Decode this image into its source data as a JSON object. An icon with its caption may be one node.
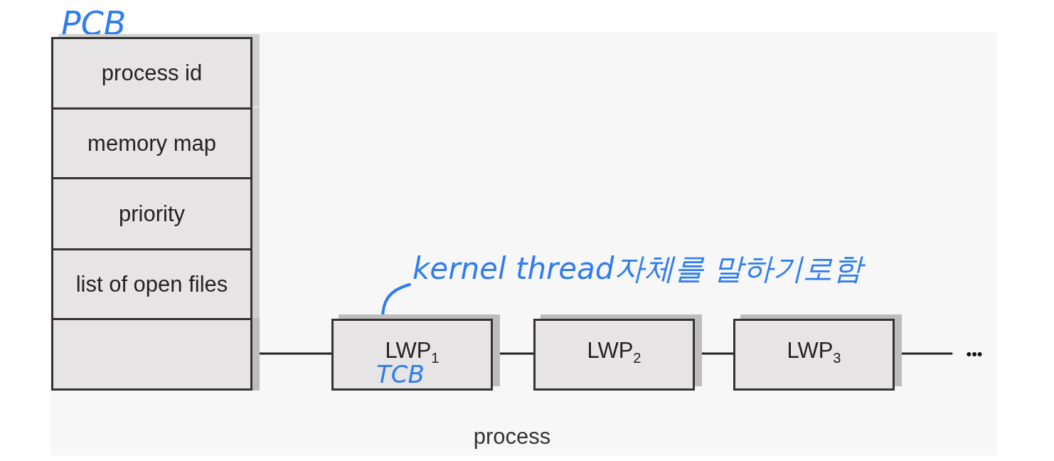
{
  "diagram": {
    "caption": "process",
    "nodes": [
      {
        "text": [
          "PCB"
        ]
      },
      {
        "text": [
          "process id"
        ],
        "in": 0
      },
      {
        "text": [
          "memory map"
        ],
        "in": 0
      },
      {
        "text": [
          "priority"
        ],
        "in": 0
      },
      {
        "text": [
          "list of open files"
        ],
        "in": 0
      },
      {
        "text": [],
        "shape": "box",
        "in": 0
      },
      {
        "text": [
          "LWP$_{1}$",
          "TCB"
        ]
      },
      {
        "text": [
          "LWP$_{2}$"
        ]
      },
      {
        "text": [
          "LWP$_{3}$"
        ]
      },
      {
        "text": [
          "•••"
        ]
      },
      {
        "text": [
          "kernel thread자체를 말하기로함"
        ]
      }
    ],
    "edges": [
      {
        "from": 5,
        "to": 6,
        "arrow": "none"
      },
      {
        "from": 6,
        "to": 7,
        "arrow": "none"
      },
      {
        "from": 7,
        "to": 8,
        "arrow": "none"
      },
      {
        "from": 8,
        "to": 9,
        "arrow": "none"
      },
      {
        "from": 10,
        "to": 6,
        "arrow": "none",
        "color": "#2f7cf0"
      }
    ]
  }
}
